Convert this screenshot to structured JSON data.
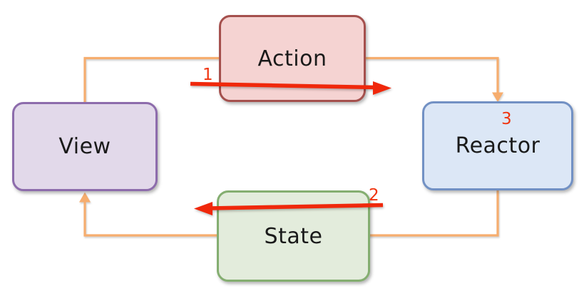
{
  "diagram": {
    "background": "#ffffff",
    "nodes": [
      {
        "id": "action",
        "label": "Action",
        "fill": "#F5D3D2",
        "border": "#A5504D"
      },
      {
        "id": "reactor",
        "label": "Reactor",
        "fill": "#DCE7F6",
        "border": "#7291C4"
      },
      {
        "id": "view",
        "label": "View",
        "fill": "#E2D9EA",
        "border": "#8D6CAC"
      },
      {
        "id": "state",
        "label": "State",
        "fill": "#E3ECDC",
        "border": "#84AE70"
      }
    ],
    "steps": [
      {
        "label": "1"
      },
      {
        "label": "2"
      },
      {
        "label": "3"
      }
    ],
    "colors": {
      "flow_line": "#F6AD6E",
      "step_arrow": "#F0280B",
      "step_text": "#F0340F",
      "node_text": "#1A1A1A"
    }
  }
}
